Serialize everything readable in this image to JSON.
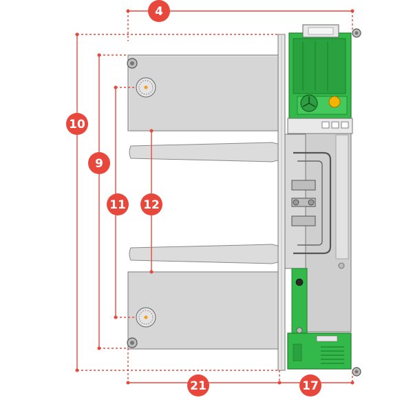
{
  "colors": {
    "dimension_line": "#e8473c",
    "badge_fill": "#e8473c",
    "badge_text": "#ffffff",
    "panel_fill": "#d6d6d6",
    "panel_stroke": "#8c8c8c",
    "fork_fill": "#dcdcdc",
    "green_module": "#33b84a",
    "green_dark": "#1f7f2e",
    "chassis_grey": "#cfcfcf"
  },
  "dimension_badges": {
    "top_width": "4",
    "outer_height": "10",
    "panel_span_height": "9",
    "bolt_spacing": "11",
    "fork_gap": "12",
    "tray_width": "21",
    "side_width": "17"
  },
  "icons": {
    "bolt": "bolt-icon",
    "dial": "dial-icon",
    "fan": "fan-icon"
  }
}
